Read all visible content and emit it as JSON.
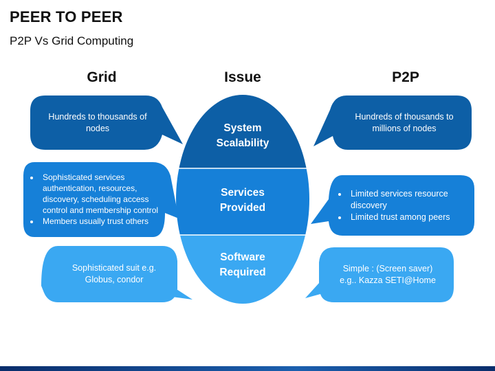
{
  "slide": {
    "title": "PEER TO PEER",
    "subtitle": "P2P Vs Grid Computing"
  },
  "columns": {
    "grid": "Grid",
    "issue": "Issue",
    "p2p": "P2P"
  },
  "issues": [
    {
      "label_line1": "System",
      "label_line2": "Scalability"
    },
    {
      "label_line1": "Services",
      "label_line2": "Provided"
    },
    {
      "label_line1": "Software",
      "label_line2": "Required"
    }
  ],
  "grid_cells": {
    "row1": "Hundreds to thousands of nodes",
    "row2_bullets": [
      "Sophisticated services authentication, resources, discovery, scheduling access control and membership control",
      "Members usually trust others"
    ],
    "row3": "Sophisticated suit e.g. Globus, condor"
  },
  "p2p_cells": {
    "row1": "Hundreds of thousands to millions of nodes",
    "row2_bullets": [
      "Limited services resource discovery",
      "Limited trust among peers"
    ],
    "row3_line1": "Simple : (Screen saver)",
    "row3_line2": "e.g.. Kazza SETI@Home"
  },
  "colors": {
    "dark": "#0d5fa6",
    "medium": "#1680d8",
    "light": "#3aa8f2"
  }
}
